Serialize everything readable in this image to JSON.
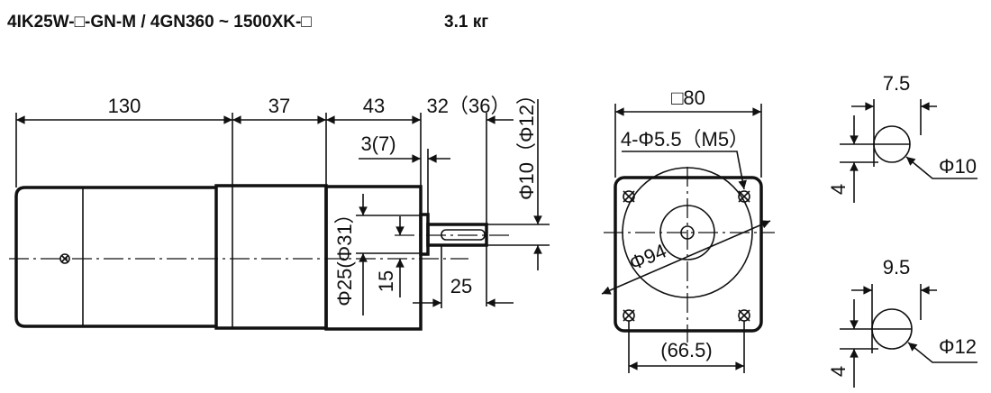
{
  "header": {
    "title": "4IK25W-□-GN-M / 4GN360 ~ 1500XK-□",
    "weight": "3.1 кг"
  },
  "side_view": {
    "dims": {
      "motor_length": "130",
      "mid_length": "37",
      "gearbox_length": "43",
      "shaft_length": "32（36）",
      "shaft_diameter": "Φ10（Φ12）",
      "pilot_offset": "3(7)",
      "pilot_diameter": "Φ25(Φ31）",
      "center_offset": "15",
      "key_length": "25"
    }
  },
  "front_view": {
    "dims": {
      "square": "□80",
      "holes": "4-Φ5.5（M5）",
      "pcd": "Φ94",
      "hole_spacing": "(66.5)"
    }
  },
  "shaft_details": [
    {
      "width": "7.5",
      "diameter": "Φ10",
      "offset": "4"
    },
    {
      "width": "9.5",
      "diameter": "Φ12",
      "offset": "4"
    }
  ]
}
